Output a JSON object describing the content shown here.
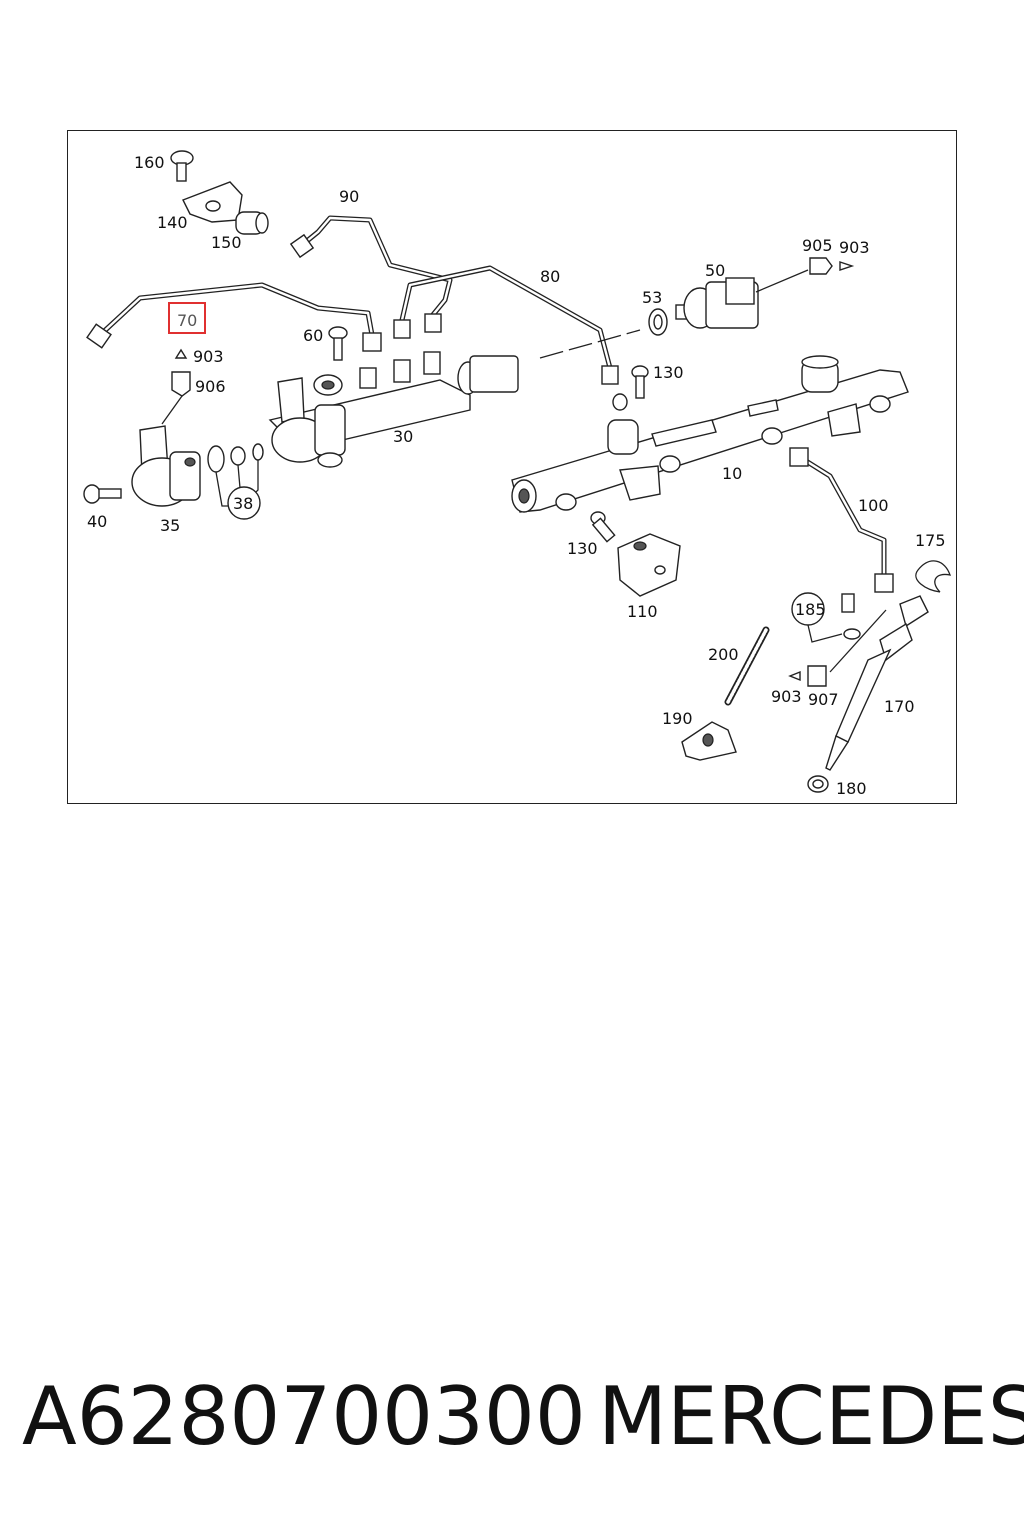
{
  "diagram": {
    "labels": {
      "p160": "160",
      "p140": "140",
      "p150": "150",
      "p90": "90",
      "p80": "80",
      "p70": "70",
      "p60": "60",
      "p903a": "903",
      "p906": "906",
      "p30": "30",
      "p38": "38",
      "p40": "40",
      "p35": "35",
      "p53": "53",
      "p50": "50",
      "p905": "905",
      "p903b": "903",
      "p130a": "130",
      "p10": "10",
      "p100": "100",
      "p130b": "130",
      "p110": "110",
      "p175": "175",
      "p185": "185",
      "p200": "200",
      "p903c": "903",
      "p907": "907",
      "p170": "170",
      "p190": "190",
      "p180": "180"
    },
    "highlighted_part": "70",
    "highlight_color": "#e03030"
  },
  "footer": {
    "part_number": "A6280700300",
    "brand": "MERCEDES"
  }
}
